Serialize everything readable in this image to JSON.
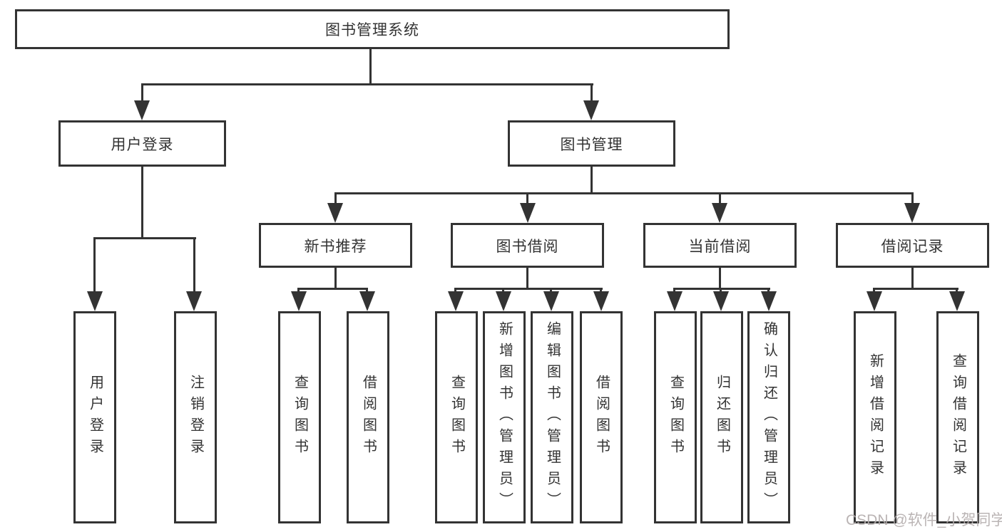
{
  "tree": {
    "root": "图书管理系统",
    "branches": [
      {
        "label": "用户登录",
        "children": [
          "用户登录",
          "注销登录"
        ]
      },
      {
        "label": "图书管理",
        "sections": [
          {
            "label": "新书推荐",
            "children": [
              "查询图书",
              "借阅图书"
            ]
          },
          {
            "label": "图书借阅",
            "children": [
              "查询图书",
              "新增图书（管理员）",
              "编辑图书（管理员）",
              "借阅图书"
            ]
          },
          {
            "label": "当前借阅",
            "children": [
              "查询图书",
              "归还图书",
              "确认归还（管理员）"
            ]
          },
          {
            "label": "借阅记录",
            "children": [
              "新增借阅记录",
              "查询借阅记录"
            ]
          }
        ]
      }
    ]
  },
  "watermark": {
    "text": "CSDN @软件_小贺同学"
  },
  "colors": {
    "line": "#333333",
    "box_border": "#333333",
    "background": "#ffffff",
    "watermark": "#b3acac"
  }
}
